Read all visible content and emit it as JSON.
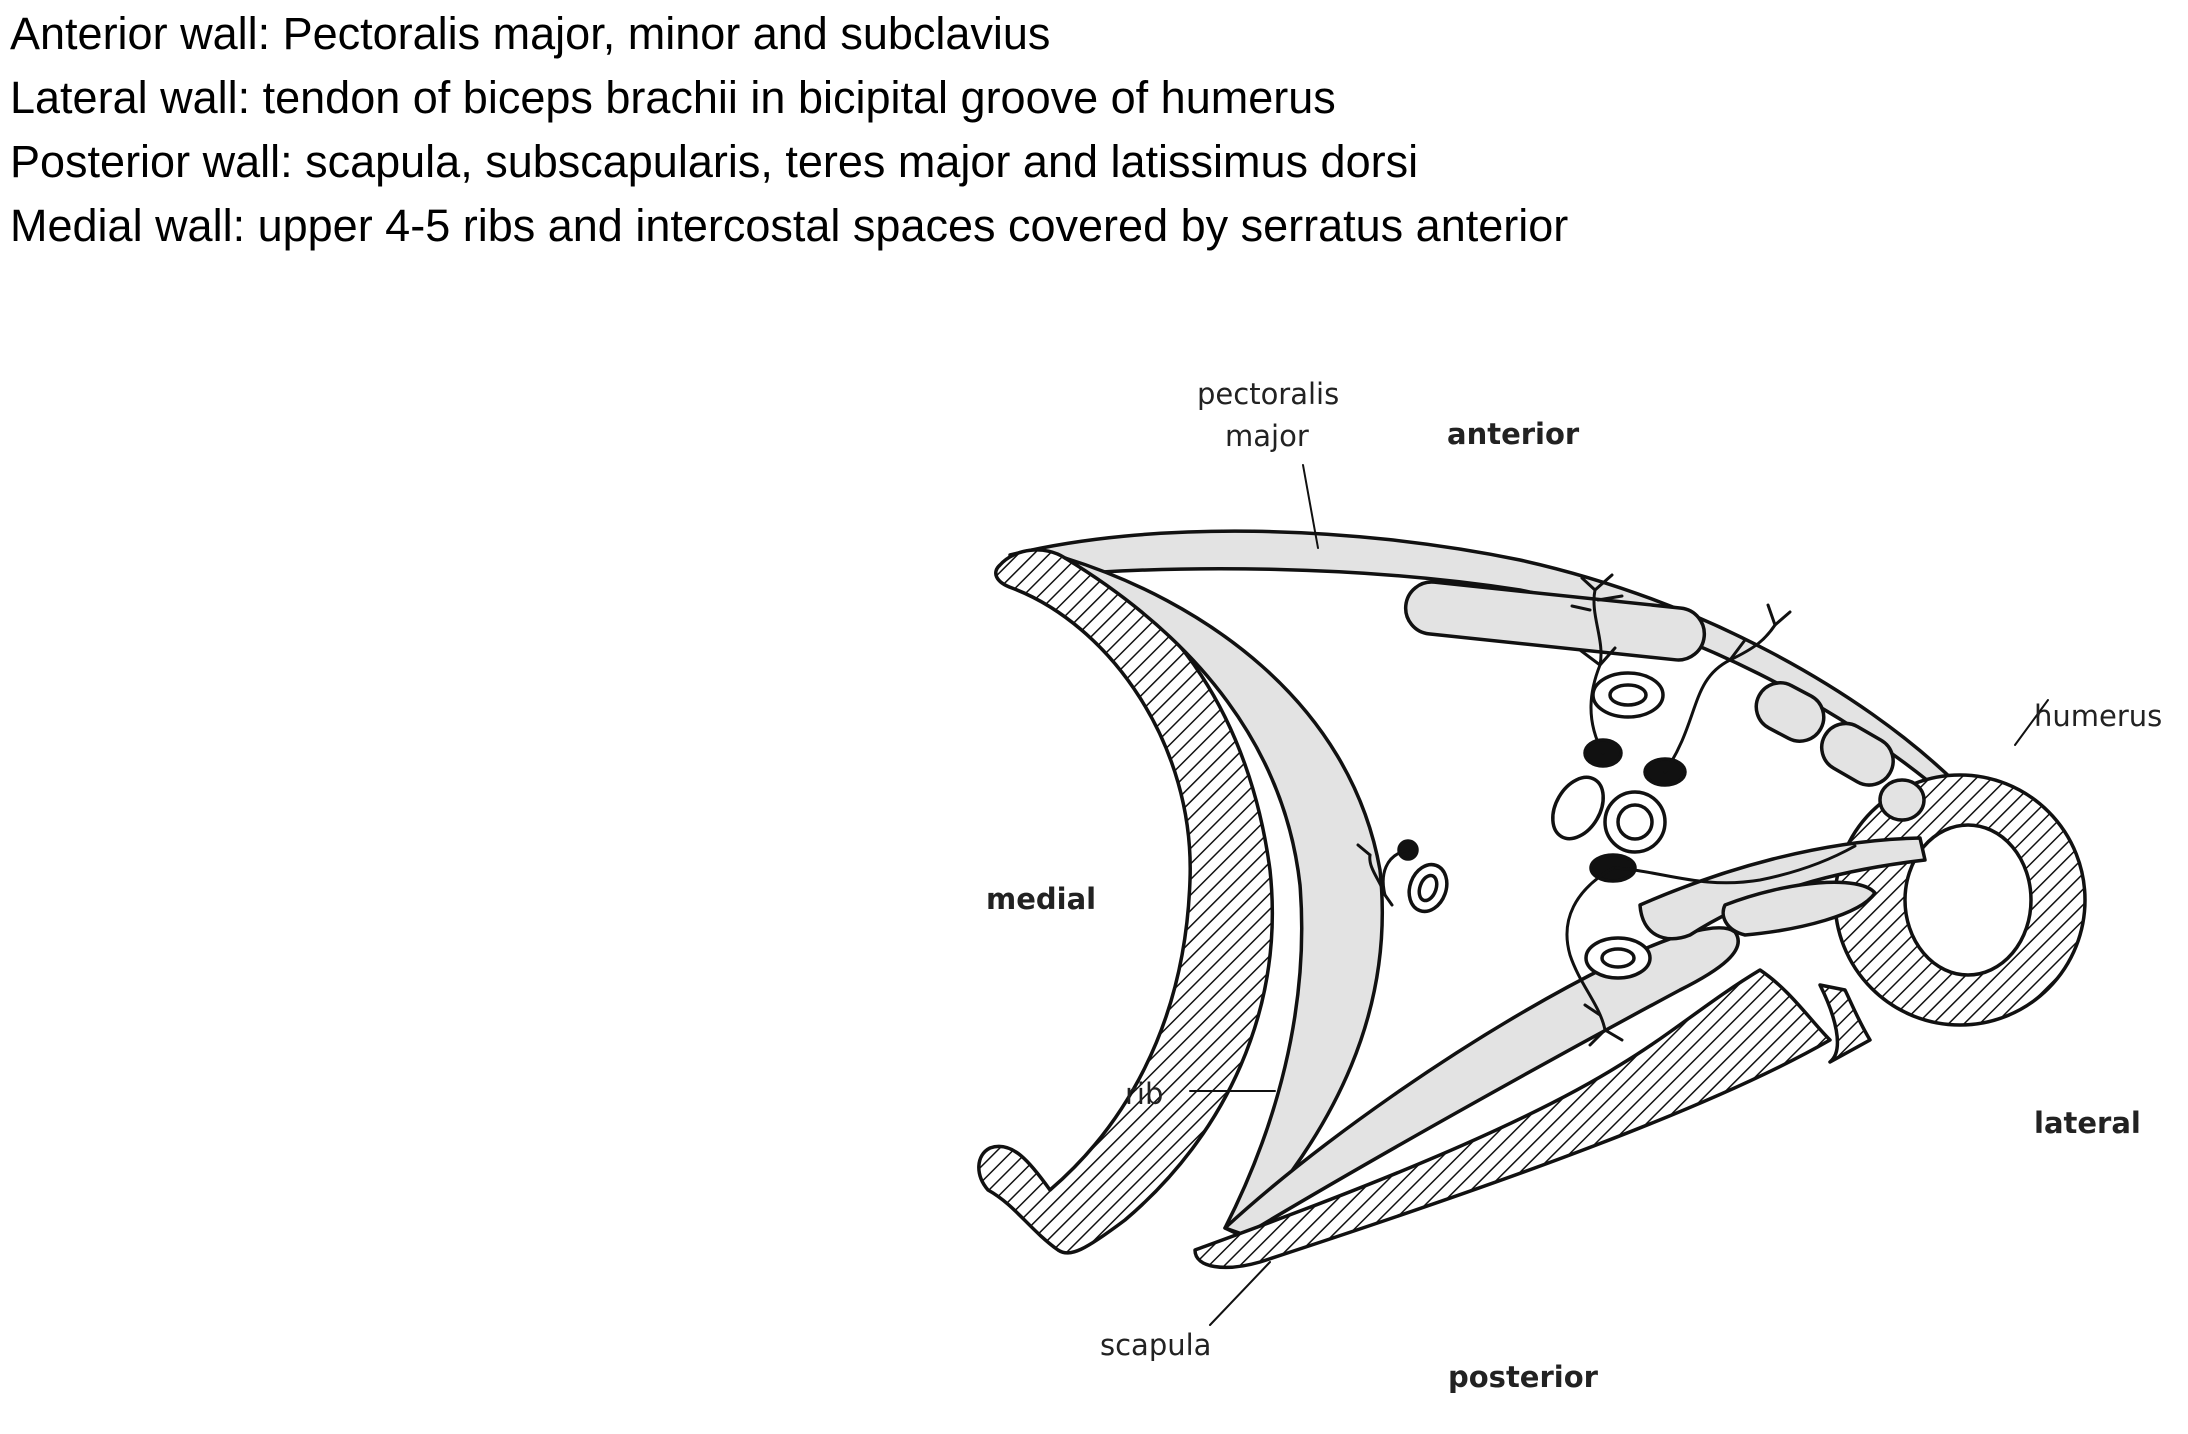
{
  "notes": [
    "Anterior wall: Pectoralis major, minor and subclavius",
    "Lateral wall: tendon of biceps brachii in bicipital groove of humerus",
    "Posterior wall: scapula, subscapularis, teres major and latissimus dorsi",
    "Medial wall: upper 4-5 ribs and intercostal spaces covered by serratus anterior"
  ],
  "diagram": {
    "labels": {
      "pectoralis_line1": "pectoralis",
      "pectoralis_line2": "major",
      "anterior": "anterior",
      "humerus": "humerus",
      "medial": "medial",
      "rib": "rib",
      "lateral": "lateral",
      "scapula": "scapula",
      "posterior": "posterior"
    }
  }
}
